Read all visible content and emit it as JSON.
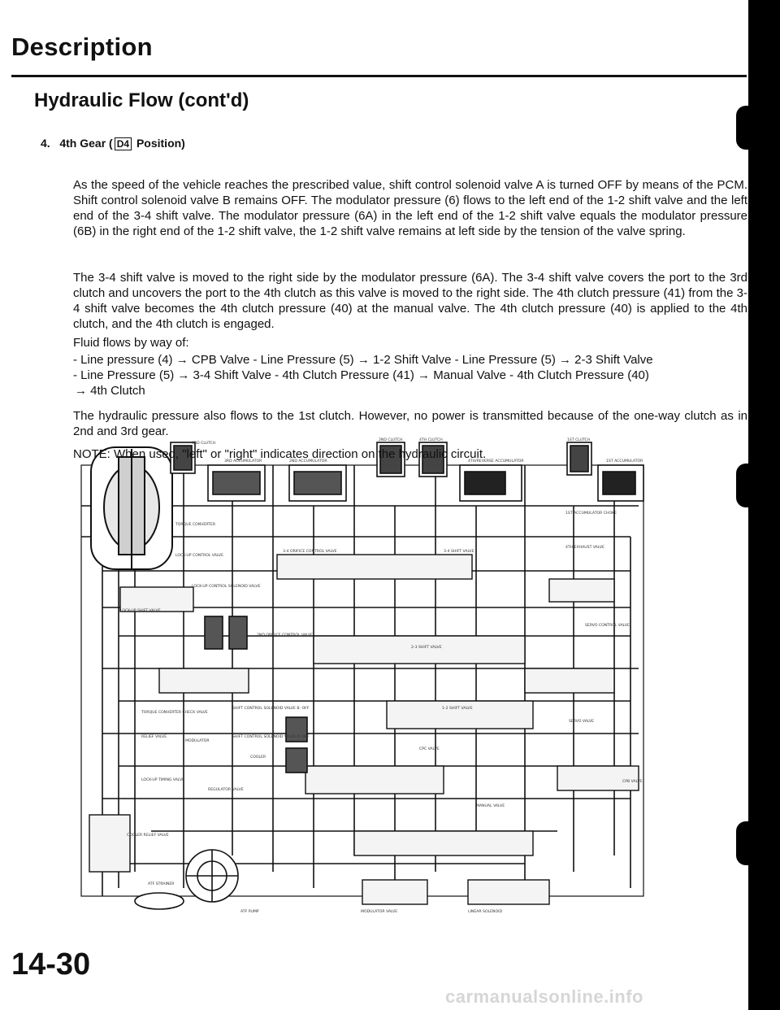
{
  "header": {
    "title": "Description",
    "section": "Hydraulic Flow (cont'd)",
    "item_number": "4.",
    "item_title_before": "4th Gear (",
    "item_title_boxed": "D4",
    "item_title_after": " Position)"
  },
  "paragraphs": {
    "p1": "As the speed of the vehicle reaches the prescribed value, shift control solenoid valve A is turned OFF by means of the PCM. Shift control solenoid valve B remains OFF. The modulator pressure (6) flows to the left end of the 1-2 shift valve and the left end of the 3-4 shift valve. The modulator pressure (6A) in the left end of the 1-2 shift valve equals the modulator pressure (6B) in the right end of the 1-2 shift valve, the 1-2 shift valve remains at left side by the tension of the valve spring.",
    "p2": "The 3-4 shift valve is moved to the right side by the modulator pressure (6A). The 3-4 shift valve covers the port to the 3rd clutch and uncovers the port to the 4th clutch as this valve is moved to the right side. The 4th clutch pressure (41) from the 3-4 shift valve becomes the 4th clutch pressure (40) at the manual valve. The 4th clutch pressure (40) is applied to the 4th clutch, and the 4th clutch is engaged.",
    "p3": "Fluid flows by way of:",
    "flow_line1": "- Line pressure (4) → CPB Valve - Line Pressure (5) → 1-2 Shift Valve - Line Pressure (5) → 2-3 Shift Valve",
    "flow_line2": "- Line Pressure (5) → 3-4 Shift Valve - 4th Clutch Pressure (41) → Manual Valve - 4th Clutch Pressure (40)",
    "flow_line3": "→ 4th Clutch",
    "p4": "The hydraulic pressure also flows to the 1st clutch. However, no power is transmitted because of the one-way clutch as in 2nd and 3rd gear.",
    "note": "NOTE: When used, \"left\" or \"right\" indicates direction on the hydraulic circuit."
  },
  "diagram_labels": {
    "l3rd_clutch": "3RD CLUTCH",
    "l3rd_acc": "3RD ACCUMULATOR",
    "l2nd_acc": "2ND ACCUMULATOR",
    "l2nd_clutch": "2ND CLUTCH",
    "l4th_clutch": "4TH CLUTCH",
    "l4th_rev_acc": "4TH/REVERSE ACCUMULATOR",
    "l1st_clutch": "1ST CLUTCH",
    "l1st_acc": "1ST ACCUMULATOR",
    "torque_conv": "TORQUE CONVERTER",
    "lockup_ctrl": "LOCK-UP CONTROL VALVE",
    "l34_orifice": "3-4 ORIFICE CONTROL VALVE",
    "l34_shift": "3-4 SHIFT VALVE",
    "l1st_acc_choke": "1ST ACCUMULATOR CHOKE",
    "l4th_exhaust": "4TH EXHAUST VALVE",
    "lockup_solenoid": "LOCK-UP CONTROL SOLENOID VALVE",
    "lockup_shift": "LOCK-UP SHIFT VALVE",
    "servo_ctrl": "SERVO CONTROL VALVE",
    "l2nd_orifice": "2ND ORIFICE CONTROL VALVE",
    "l23_shift": "2-3 SHIFT VALVE",
    "sol_b": "SHIFT CONTROL SOLENOID VALVE B: OFF",
    "sol_a": "SHIFT CONTROL SOLENOID VALVE A: OFF",
    "l12_shift": "1-2 SHIFT VALVE",
    "tc_check": "TORQUE CONVERTER CHECK VALVE",
    "relief": "RELIEF VALVE",
    "servo_valve": "SERVO VALVE",
    "modulator": "MODULATOR",
    "cooler": "COOLER",
    "cpb": "CPB VALVE",
    "lockup_timing": "LOCK-UP TIMING VALVE",
    "regulator": "REGULATOR VALVE",
    "manual": "MANUAL VALVE",
    "cooler_relief": "COOLER RELIEF VALVE",
    "atf_strainer": "ATF STRAINER",
    "atf_pump": "ATF PUMP",
    "modulator_valve": "MODULATOR VALVE",
    "linear_solenoid": "LINEAR SOLENOID",
    "cpc": "CPC VALVE"
  },
  "footer": {
    "page_number": "14-30",
    "watermark": "carmanualsonline.info"
  }
}
